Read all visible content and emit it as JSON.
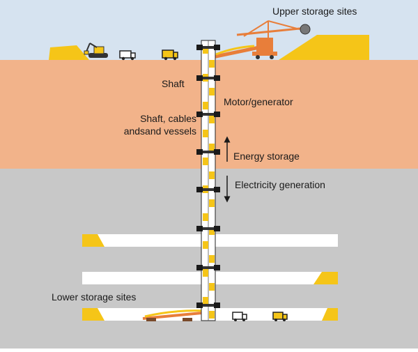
{
  "labels": {
    "upper_storage": "Upper storage sites",
    "shaft": "Shaft",
    "motor_generator": "Motor/generator",
    "shaft_cables_line1": "Shaft, cables",
    "shaft_cables_line2": "andsand vessels",
    "energy_storage": "Energy storage",
    "electricity_generation": "Electricity generation",
    "lower_storage": "Lower storage sites"
  },
  "colors": {
    "sky": "#d6e3f0",
    "soil": "#f2b38a",
    "bedrock": "#c8c8c8",
    "sand": "#f5c518",
    "machine": "#e87e3a",
    "tunnel": "#ffffff"
  }
}
